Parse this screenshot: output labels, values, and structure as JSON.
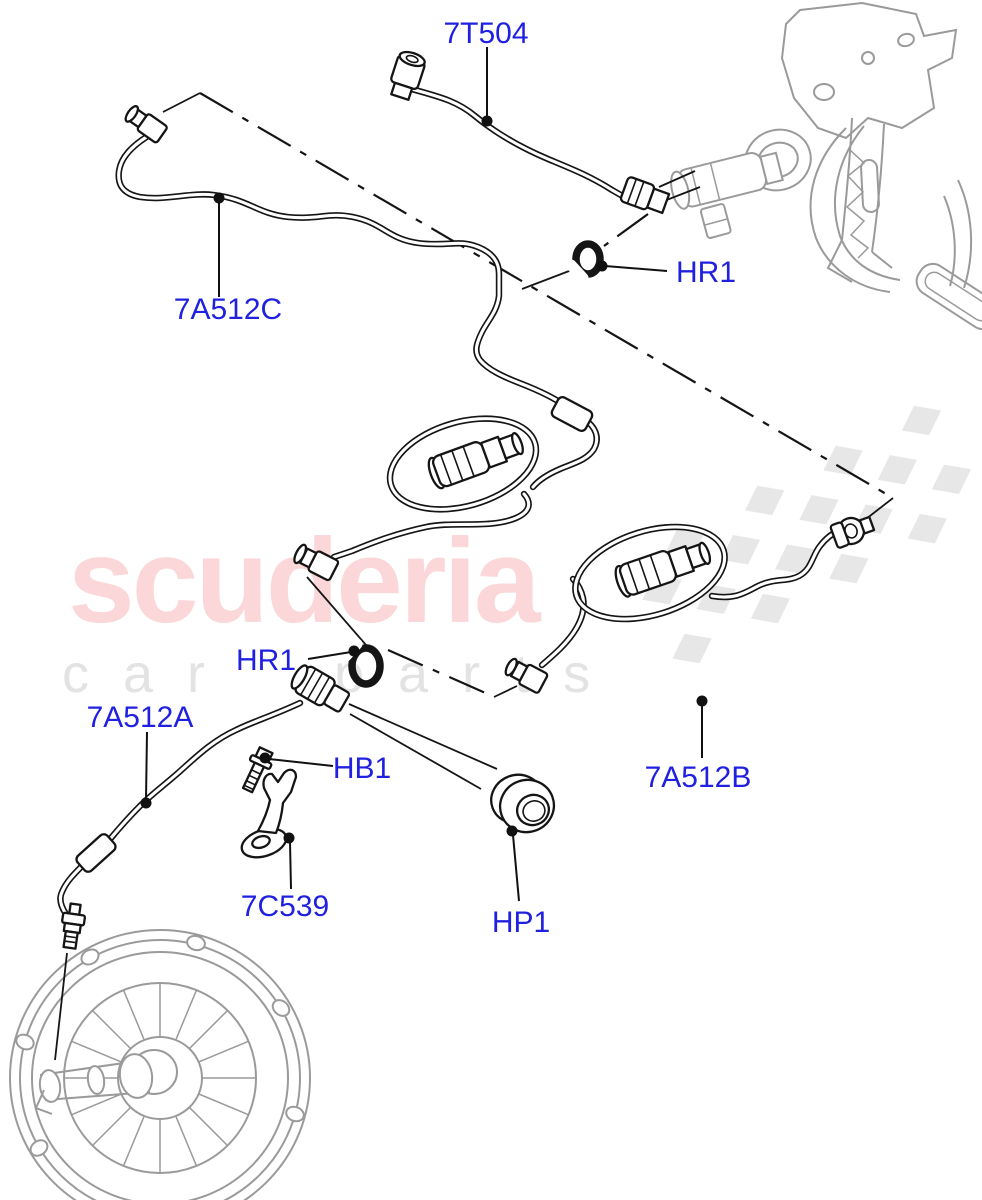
{
  "page": {
    "background": "#ffffff"
  },
  "watermark": {
    "brand": "scuderia",
    "subtitle": "car parts",
    "brand_color": "#fbd7d9",
    "subtitle_color": "#e3e3e3",
    "flag_color": "#e7e7e7"
  },
  "colors": {
    "label": "#2020e0",
    "line": "#151515",
    "reference_gray": "#9a9a9a"
  },
  "labels": {
    "pipe_7t504": "7T504",
    "pipe_7a512c": "7A512C",
    "clip_hr1_top": "HR1",
    "clip_hr1_mid": "HR1",
    "pipe_7a512a": "7A512A",
    "bolt_hb1": "HB1",
    "bracket_7c539": "7C539",
    "grommet_hp1": "HP1",
    "pipe_7a512b": "7A512B"
  }
}
